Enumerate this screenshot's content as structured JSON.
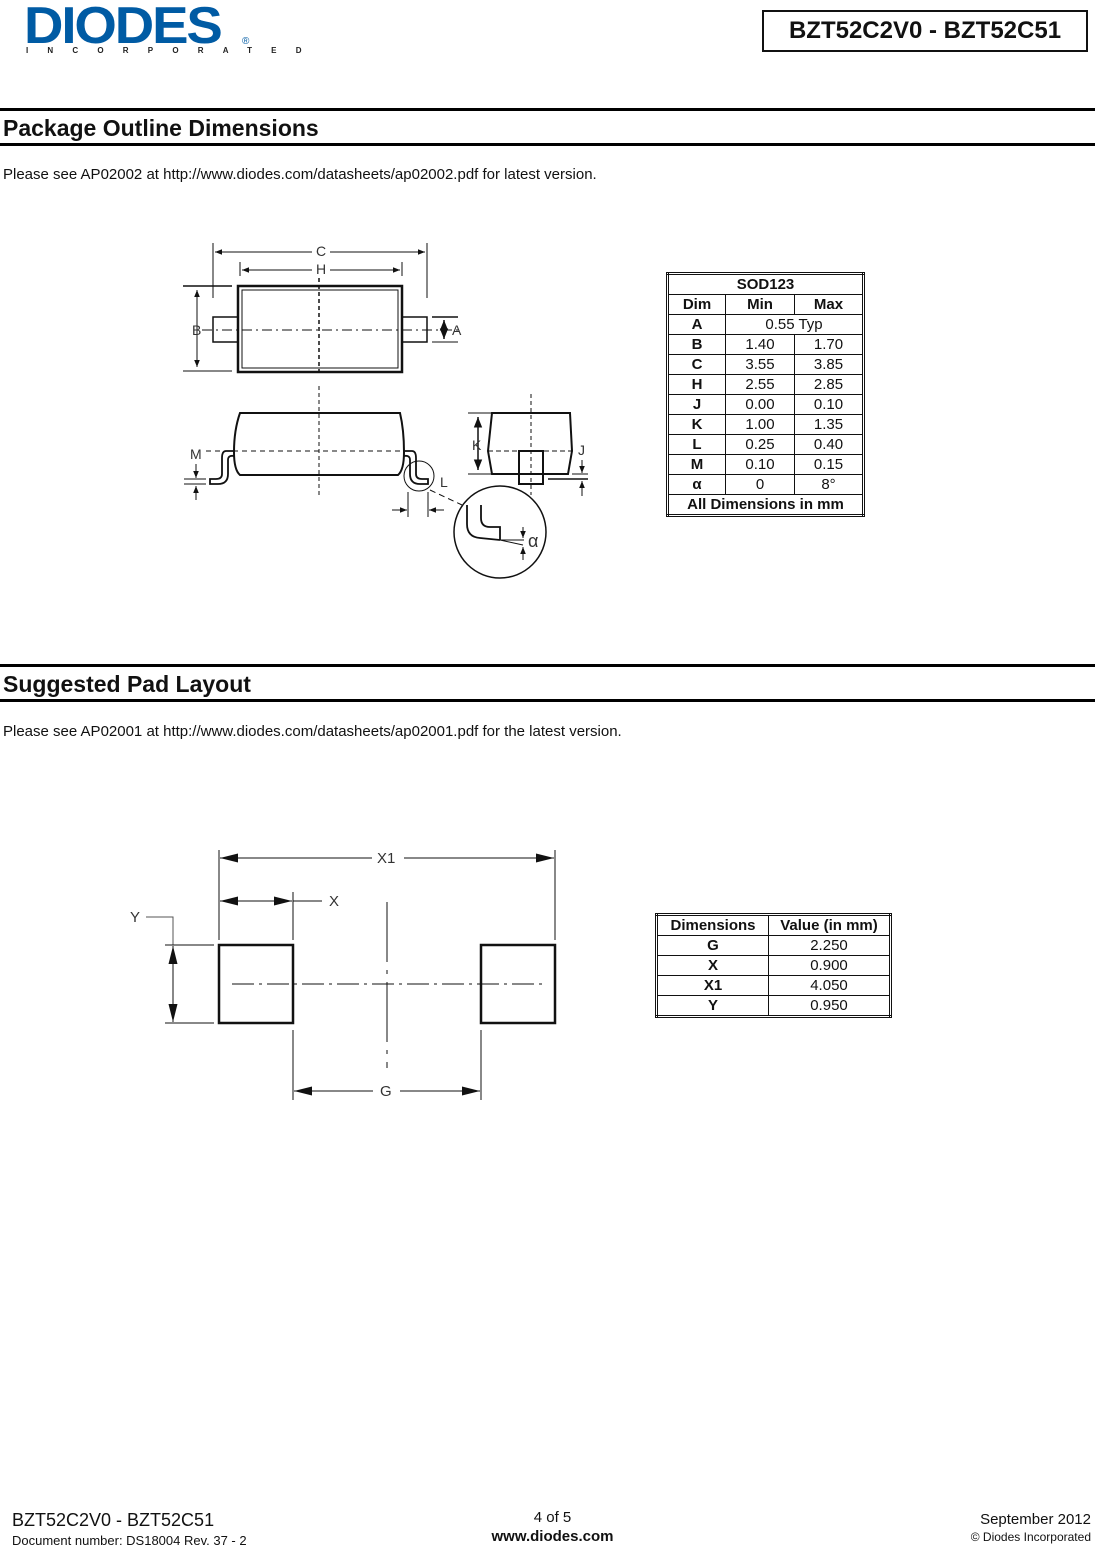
{
  "header": {
    "logo_text": "DIODES",
    "logo_subtext": "INCORPORATED",
    "logo_registered": "®",
    "part_range": "BZT52C2V0 - BZT52C51",
    "brand_color": "#005ba4"
  },
  "package_outline": {
    "title": "Package Outline Dimensions",
    "note": "Please see AP02002 at http://www.diodes.com/datasheets/ap02002.pdf for latest version.",
    "diagram_labels": {
      "C": "C",
      "H": "H",
      "B": "B",
      "A": "A",
      "M": "M",
      "K": "K",
      "J": "J",
      "L": "L",
      "alpha": "α"
    },
    "table": {
      "title": "SOD123",
      "headers": [
        "Dim",
        "Min",
        "Max"
      ],
      "rows": [
        {
          "dim": "A",
          "typ": "0.55 Typ"
        },
        {
          "dim": "B",
          "min": "1.40",
          "max": "1.70"
        },
        {
          "dim": "C",
          "min": "3.55",
          "max": "3.85"
        },
        {
          "dim": "H",
          "min": "2.55",
          "max": "2.85"
        },
        {
          "dim": "J",
          "min": "0.00",
          "max": "0.10"
        },
        {
          "dim": "K",
          "min": "1.00",
          "max": "1.35"
        },
        {
          "dim": "L",
          "min": "0.25",
          "max": "0.40"
        },
        {
          "dim": "M",
          "min": "0.10",
          "max": "0.15"
        },
        {
          "dim": "α",
          "min": "0",
          "max": "8°"
        }
      ],
      "footer": "All Dimensions in mm"
    }
  },
  "pad_layout": {
    "title": "Suggested Pad Layout",
    "note": "Please see AP02001 at http://www.diodes.com/datasheets/ap02001.pdf for the latest version.",
    "diagram_labels": {
      "X1": "X1",
      "X": "X",
      "Y": "Y",
      "G": "G"
    },
    "table": {
      "headers": [
        "Dimensions",
        "Value (in mm)"
      ],
      "rows": [
        {
          "dim": "G",
          "value": "2.250"
        },
        {
          "dim": "X",
          "value": "0.900"
        },
        {
          "dim": "X1",
          "value": "4.050"
        },
        {
          "dim": "Y",
          "value": "0.950"
        }
      ]
    }
  },
  "footer": {
    "part_range": "BZT52C2V0 - BZT52C51",
    "doc_number": "Document number: DS18004 Rev. 37 - 2",
    "page": "4 of 5",
    "website": "www.diodes.com",
    "date": "September 2012",
    "copyright": "© Diodes Incorporated"
  }
}
